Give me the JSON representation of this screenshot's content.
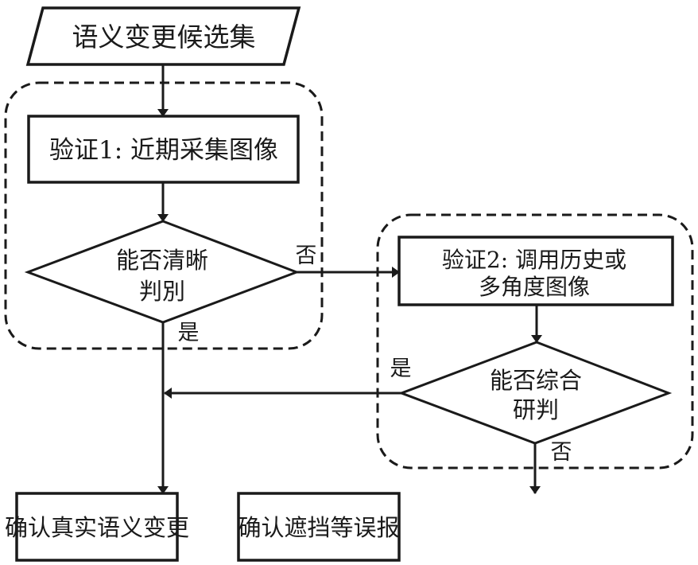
{
  "diagram": {
    "type": "flowchart",
    "nodes": {
      "input": {
        "shape": "parallelogram",
        "label": "语义变更候选集"
      },
      "verify1": {
        "shape": "rect",
        "label": "验证1: 近期采集图像"
      },
      "decision1": {
        "shape": "diamond",
        "line1": "能否清晰",
        "line2": "判別"
      },
      "verify2": {
        "shape": "rect",
        "line1": "验证2: 调用历史或",
        "line2": "多角度图像"
      },
      "decision2": {
        "shape": "diamond",
        "line1": "能否综合",
        "line2": "研判"
      },
      "result_true": {
        "shape": "rect",
        "label": "确认真实语义变更"
      },
      "result_false": {
        "shape": "rect",
        "label": "确认遮挡等误报"
      }
    },
    "edges": {
      "d1_no": "否",
      "d1_yes": "是",
      "d2_yes": "是",
      "d2_no": "否"
    },
    "groups": [
      "stage-1-group",
      "stage-2-group"
    ]
  }
}
